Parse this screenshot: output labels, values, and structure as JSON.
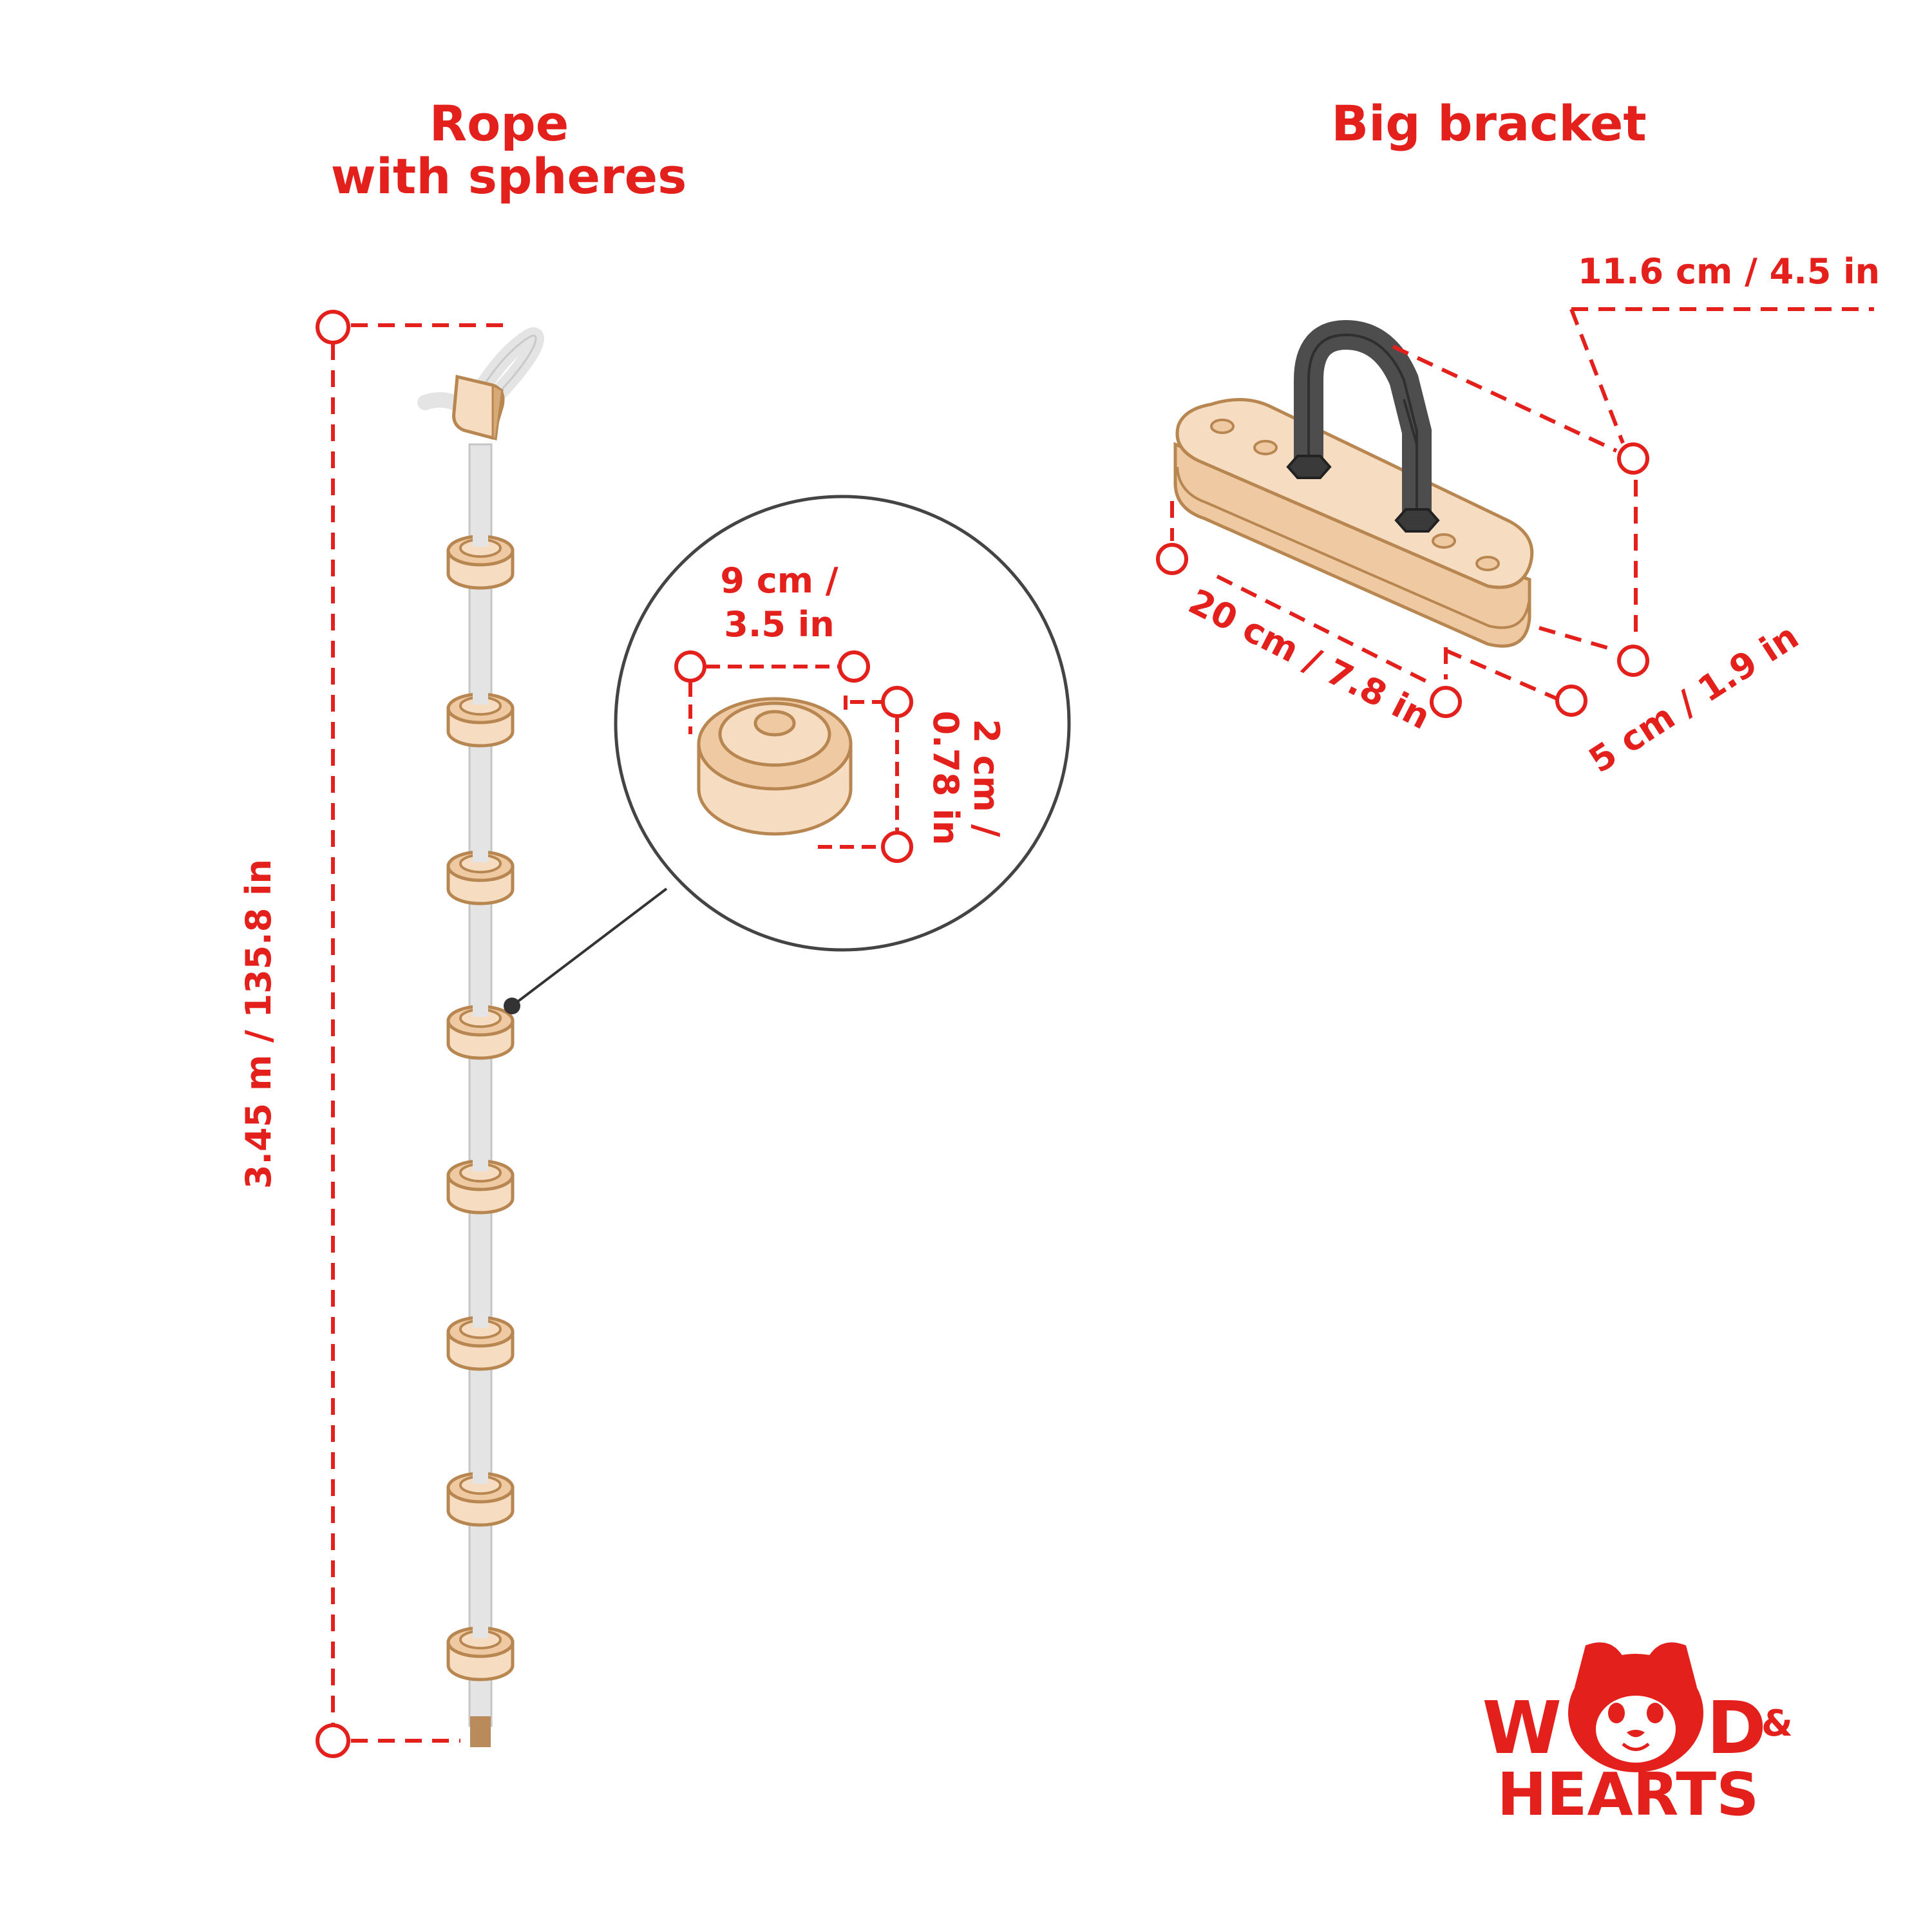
{
  "rope_section": {
    "title_line1": "Rope",
    "title_line2": "with spheres",
    "length_label": "3.45 m / 135.8 in",
    "detail": {
      "width_line1": "9 cm /",
      "width_line2": "3.5 in",
      "height_line1": "2 cm /",
      "height_line2": "0.78 in"
    }
  },
  "bracket_section": {
    "title": "Big bracket",
    "height_label": "11.6 cm / 4.5 in",
    "length_label": "20 cm / 7.8 in",
    "width_label": "5 cm / 1.9 in"
  },
  "brand": {
    "line1_left": "W",
    "line1_right": "D",
    "ampersand": "&",
    "line2": "HEARTS"
  },
  "colors": {
    "accent": "#e3201b",
    "wood_light": "#f6dcc0",
    "wood_mid": "#efc9a1",
    "wood_outline": "#b88650",
    "rope": "#e4e4e4",
    "metal": "#4d4d4d"
  }
}
